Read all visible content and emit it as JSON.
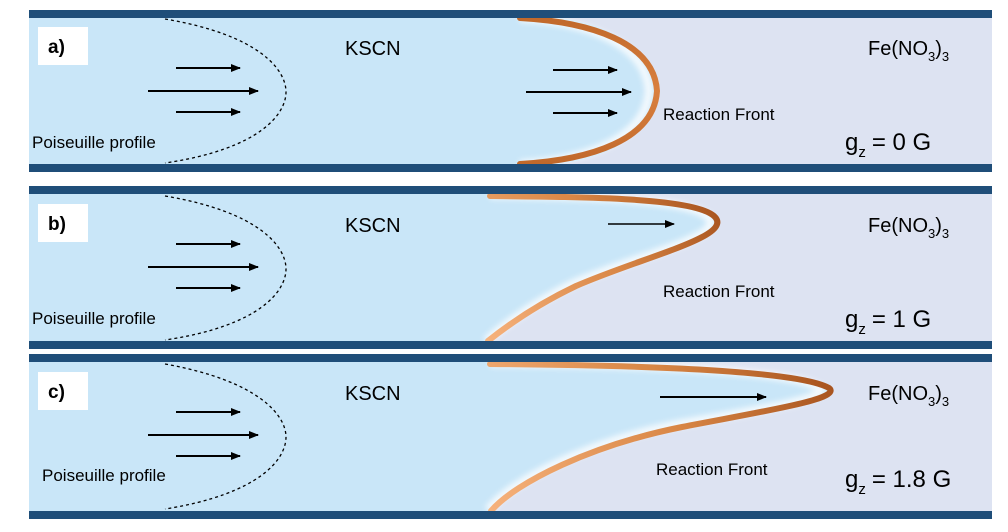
{
  "panels": [
    {
      "label": "a)",
      "left_solution": "KSCN",
      "right_solution_base": "Fe(NO",
      "right_solution_sub": "3",
      "right_solution_close": ")",
      "right_solution_sub2": "3",
      "profile_label": "Poiseuille profile",
      "front_label": "Reaction Front",
      "gravity_symbol": "g",
      "gravity_sub": "z",
      "gravity_value": "= 0 G"
    },
    {
      "label": "b)",
      "left_solution": "KSCN",
      "right_solution_base": "Fe(NO",
      "right_solution_sub": "3",
      "right_solution_close": ")",
      "right_solution_sub2": "3",
      "profile_label": "Poiseuille profile",
      "front_label": "Reaction Front",
      "gravity_symbol": "g",
      "gravity_sub": "z",
      "gravity_value": "= 1 G"
    },
    {
      "label": "c)",
      "left_solution": "KSCN",
      "right_solution_base": "Fe(NO",
      "right_solution_sub": "3",
      "right_solution_close": ")",
      "right_solution_sub2": "3",
      "profile_label": "Poiseuille profile",
      "front_label": "Reaction Front",
      "gravity_symbol": "g",
      "gravity_sub": "z",
      "gravity_value": "= 1.8 G"
    }
  ],
  "colors": {
    "channel_wall": "#1f4e79",
    "kscn_fill": "#c9e6f8",
    "fe_fill": "#dde3f2",
    "front_dark": "#b8662a",
    "front_light": "#f2aa72",
    "arrow": "#000000"
  }
}
